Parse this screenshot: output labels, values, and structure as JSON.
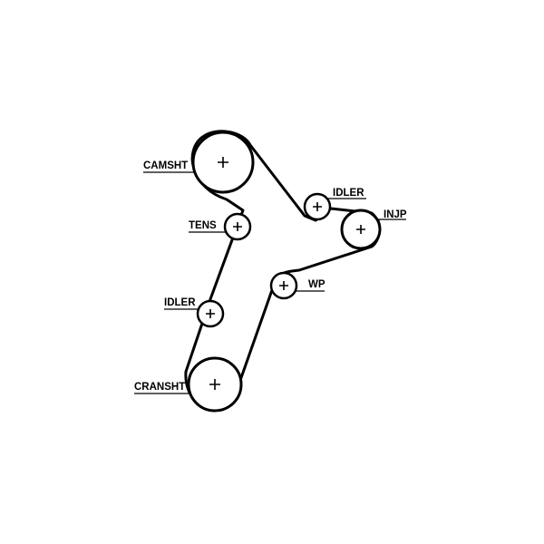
{
  "diagram": {
    "kind": "timing-belt-routing",
    "colors": {
      "line": "#000000",
      "background": "#ffffff"
    },
    "pulleys": [
      {
        "id": "camsht",
        "label": "CAMSHT",
        "icon": "pulley-large-icon"
      },
      {
        "id": "idler_top",
        "label": "IDLER",
        "icon": "pulley-small-icon"
      },
      {
        "id": "injp",
        "label": "INJP",
        "icon": "pulley-medium-icon"
      },
      {
        "id": "tens",
        "label": "TENS",
        "icon": "pulley-small-icon"
      },
      {
        "id": "wp",
        "label": "WP",
        "icon": "pulley-small-icon"
      },
      {
        "id": "idler_bottom",
        "label": "IDLER",
        "icon": "pulley-small-icon"
      },
      {
        "id": "cransht",
        "label": "CRANSHT",
        "icon": "pulley-large-icon"
      }
    ]
  }
}
